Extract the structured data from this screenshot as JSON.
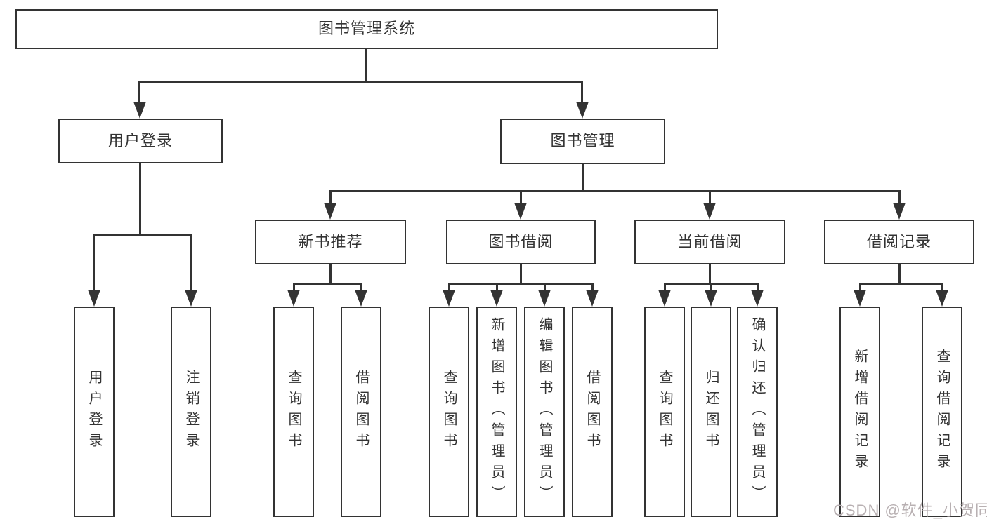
{
  "tree": {
    "label": "图书管理系统",
    "children": [
      {
        "label": "用户登录",
        "children": [
          {
            "label": "用户登录"
          },
          {
            "label": "注销登录"
          }
        ]
      },
      {
        "label": "图书管理",
        "children": [
          {
            "label": "新书推荐",
            "children": [
              {
                "label": "查询图书"
              },
              {
                "label": "借阅图书"
              }
            ]
          },
          {
            "label": "图书借阅",
            "children": [
              {
                "label": "查询图书"
              },
              {
                "label": "新增图书（管理员）"
              },
              {
                "label": "编辑图书（管理员）"
              },
              {
                "label": "借阅图书"
              }
            ]
          },
          {
            "label": "当前借阅",
            "children": [
              {
                "label": "查询图书"
              },
              {
                "label": "归还图书"
              },
              {
                "label": "确认归还（管理员）"
              }
            ]
          },
          {
            "label": "借阅记录",
            "children": [
              {
                "label": "新增借阅记录"
              },
              {
                "label": "查询借阅记录"
              }
            ]
          }
        ]
      }
    ]
  },
  "watermark": "CSDN @软件_小贺同学",
  "colors": {
    "line": "#333333",
    "background": "#ffffff",
    "watermark": "#b8b0b2"
  }
}
